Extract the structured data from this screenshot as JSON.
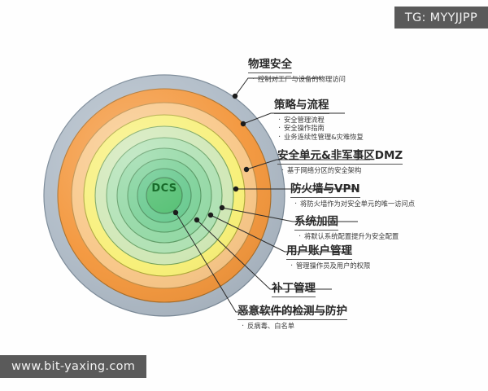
{
  "watermarks": {
    "tg_tag": "TG: MYYJJPP",
    "site": "www.bit-yaxing.com"
  },
  "diagram": {
    "center_label": "DCS",
    "colors": {
      "ring_outer_gray": "#aebac6",
      "ring_orange": "#f39539",
      "ring_peach": "#f7c183",
      "ring_yellow": "#f6ef72",
      "ring_pale_green": "#c8e3ae",
      "ring_green_1": "#a9dbae",
      "ring_green_2": "#8ad39c",
      "ring_green_3": "#6fcb8e",
      "ring_green_4": "#58c483",
      "ring_core": "#3fb862",
      "stroke": "#4a7a3c",
      "leader_line": "#2b2b2b",
      "dot": "#1c1c1c",
      "text": "#2a2a2a",
      "chip_bg": "#5a5a5a"
    }
  },
  "labels": [
    {
      "id": "physical-security",
      "title": "物理安全",
      "bullets": [
        "控制对工厂与设备的物理访问"
      ]
    },
    {
      "id": "policy-process",
      "title": "策略与流程",
      "bullets": [
        "安全管理流程",
        "安全操作指南",
        "业务连续性管理&灾难恢复"
      ]
    },
    {
      "id": "security-cell-dmz",
      "title": "安全单元&非军事区DMZ",
      "bullets": [
        "基于网络分区的安全架构"
      ]
    },
    {
      "id": "firewall-vpn",
      "title": "防火墙与VPN",
      "bullets": [
        "将防火墙作为对安全单元的唯一访问点"
      ]
    },
    {
      "id": "system-hardening",
      "title": "系统加固",
      "bullets": [
        "将默认系统配置提升为安全配置"
      ]
    },
    {
      "id": "user-account-management",
      "title": "用户账户管理",
      "bullets": [
        "管理操作员及用户的权限"
      ]
    },
    {
      "id": "patch-management",
      "title": "补丁管理",
      "bullets": []
    },
    {
      "id": "malware-detection-protection",
      "title": "恶意软件的检测与防护",
      "bullets": [
        "反病毒、白名单"
      ]
    }
  ]
}
